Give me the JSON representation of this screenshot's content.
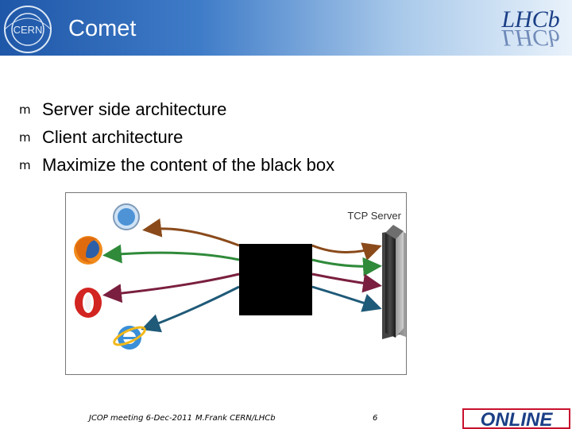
{
  "header": {
    "title": "Comet",
    "left_logo_text": "CERN",
    "right_logo_text": "LHCb"
  },
  "bullets": [
    {
      "marker": "m",
      "text": "Server side architecture"
    },
    {
      "marker": "m",
      "text": "Client architecture"
    },
    {
      "marker": "m",
      "text": "Maximize the content of the black box"
    }
  ],
  "figure": {
    "server_label": "TCP Server",
    "client_icons": [
      "safari-icon",
      "firefox-icon",
      "opera-icon",
      "internet-explorer-icon"
    ],
    "arrow_colors": [
      "#8a4a1a",
      "#2f8a3a",
      "#7a1f3f",
      "#1f5a78"
    ]
  },
  "footer": {
    "meeting": "JCOP meeting 6-Dec-2011",
    "author": "M.Frank CERN/LHCb",
    "page": "6",
    "logo_text": "ONLINE"
  }
}
